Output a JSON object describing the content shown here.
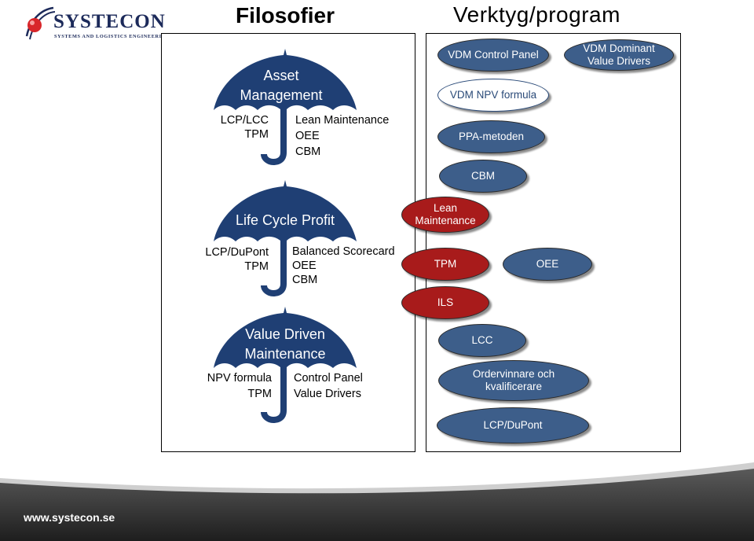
{
  "logo": {
    "name": "SYSTECON",
    "tagline": "SYSTEMS AND LOGISTICS ENGINEERING"
  },
  "headings": {
    "left": "Filosofier",
    "right": "Verktyg/program"
  },
  "umbrellas": [
    {
      "title_lines": [
        "Asset",
        "Management"
      ],
      "left_items": [
        "LCP/LCC",
        "TPM"
      ],
      "right_items": [
        "Lean Maintenance",
        "OEE",
        "CBM"
      ]
    },
    {
      "title_lines": [
        "Life Cycle Profit"
      ],
      "left_items": [
        "LCP/DuPont",
        "TPM"
      ],
      "right_items": [
        "Balanced Scorecard",
        "OEE",
        "CBM"
      ]
    },
    {
      "title_lines": [
        "Value Driven",
        "Maintenance"
      ],
      "left_items": [
        "NPV formula",
        "TPM"
      ],
      "right_items": [
        "Control Panel",
        "Value Drivers"
      ]
    }
  ],
  "tools": {
    "vdm_control_panel": "VDM Control Panel",
    "vdm_dominant_lines": [
      "VDM Dominant",
      "Value Drivers"
    ],
    "vdm_npv": "VDM NPV formula",
    "ppa": "PPA-metoden",
    "cbm": "CBM",
    "lean_lines": [
      "Lean",
      "Maintenance"
    ],
    "tpm": "TPM",
    "oee": "OEE",
    "ils": "ILS",
    "lcc": "LCC",
    "ordervinnare_lines": [
      "Ordervinnare och",
      "kvalificerare"
    ],
    "lcp_dupont": "LCP/DuPont"
  },
  "colors": {
    "umbrella": "#1f3f74",
    "blue_pill": "#3d5e8a",
    "red_pill": "#a81b1b",
    "footer": "#2c2c2c"
  },
  "footer": {
    "url": "www.systecon.se"
  }
}
